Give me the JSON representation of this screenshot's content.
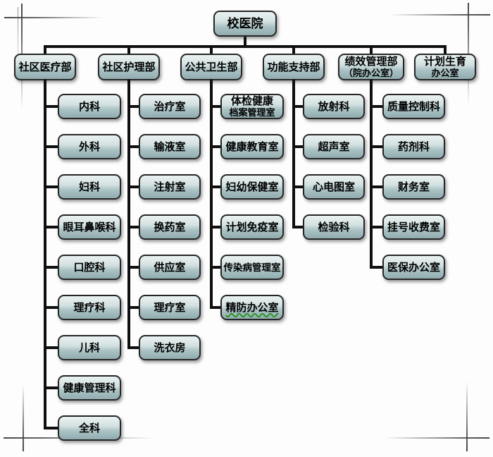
{
  "colors": {
    "box_fill_top": "#eef4f4",
    "box_fill_bottom": "#8ca8ac",
    "box_border": "#262626",
    "connector": "#0f0f0f",
    "squiggle_underline": "#2f9420",
    "frame_mark": "#3e3e3e"
  },
  "chart_data": {
    "type": "org-tree",
    "root": {
      "label": "校医院"
    },
    "departments": [
      {
        "label": "社区医疗部",
        "children": [
          {
            "label": "内科"
          },
          {
            "label": "外科"
          },
          {
            "label": "妇科"
          },
          {
            "label": "眼耳鼻喉科"
          },
          {
            "label": "口腔科"
          },
          {
            "label": "理疗科"
          },
          {
            "label": "儿科"
          },
          {
            "label": "健康管理科"
          },
          {
            "label": "全科"
          }
        ]
      },
      {
        "label": "社区护理部",
        "children": [
          {
            "label": "治疗室"
          },
          {
            "label": "输液室"
          },
          {
            "label": "注射室"
          },
          {
            "label": "换药室"
          },
          {
            "label": "供应室"
          },
          {
            "label": "理疗室"
          },
          {
            "label": "洗衣房"
          }
        ]
      },
      {
        "label": "公共卫生部",
        "children": [
          {
            "label": "体检健康",
            "label2": "档案管理室"
          },
          {
            "label": "健康教育室"
          },
          {
            "label": "妇幼保健室"
          },
          {
            "label": "计划免疫室"
          },
          {
            "label": "传染病管理室"
          },
          {
            "label": "精防办公室",
            "squiggle": true
          }
        ]
      },
      {
        "label": "功能支持部",
        "children": [
          {
            "label": "放射科"
          },
          {
            "label": "超声室"
          },
          {
            "label": "心电图室"
          },
          {
            "label": "检验科"
          }
        ]
      },
      {
        "label": "绩效管理部",
        "label2": "（院办公室）",
        "children": [
          {
            "label": "质量控制科"
          },
          {
            "label": "药剂科"
          },
          {
            "label": "财务室"
          },
          {
            "label": "挂号收费室"
          },
          {
            "label": "医保办公室"
          }
        ]
      },
      {
        "label": "计划生育",
        "label2": "办公室",
        "children": []
      }
    ]
  }
}
